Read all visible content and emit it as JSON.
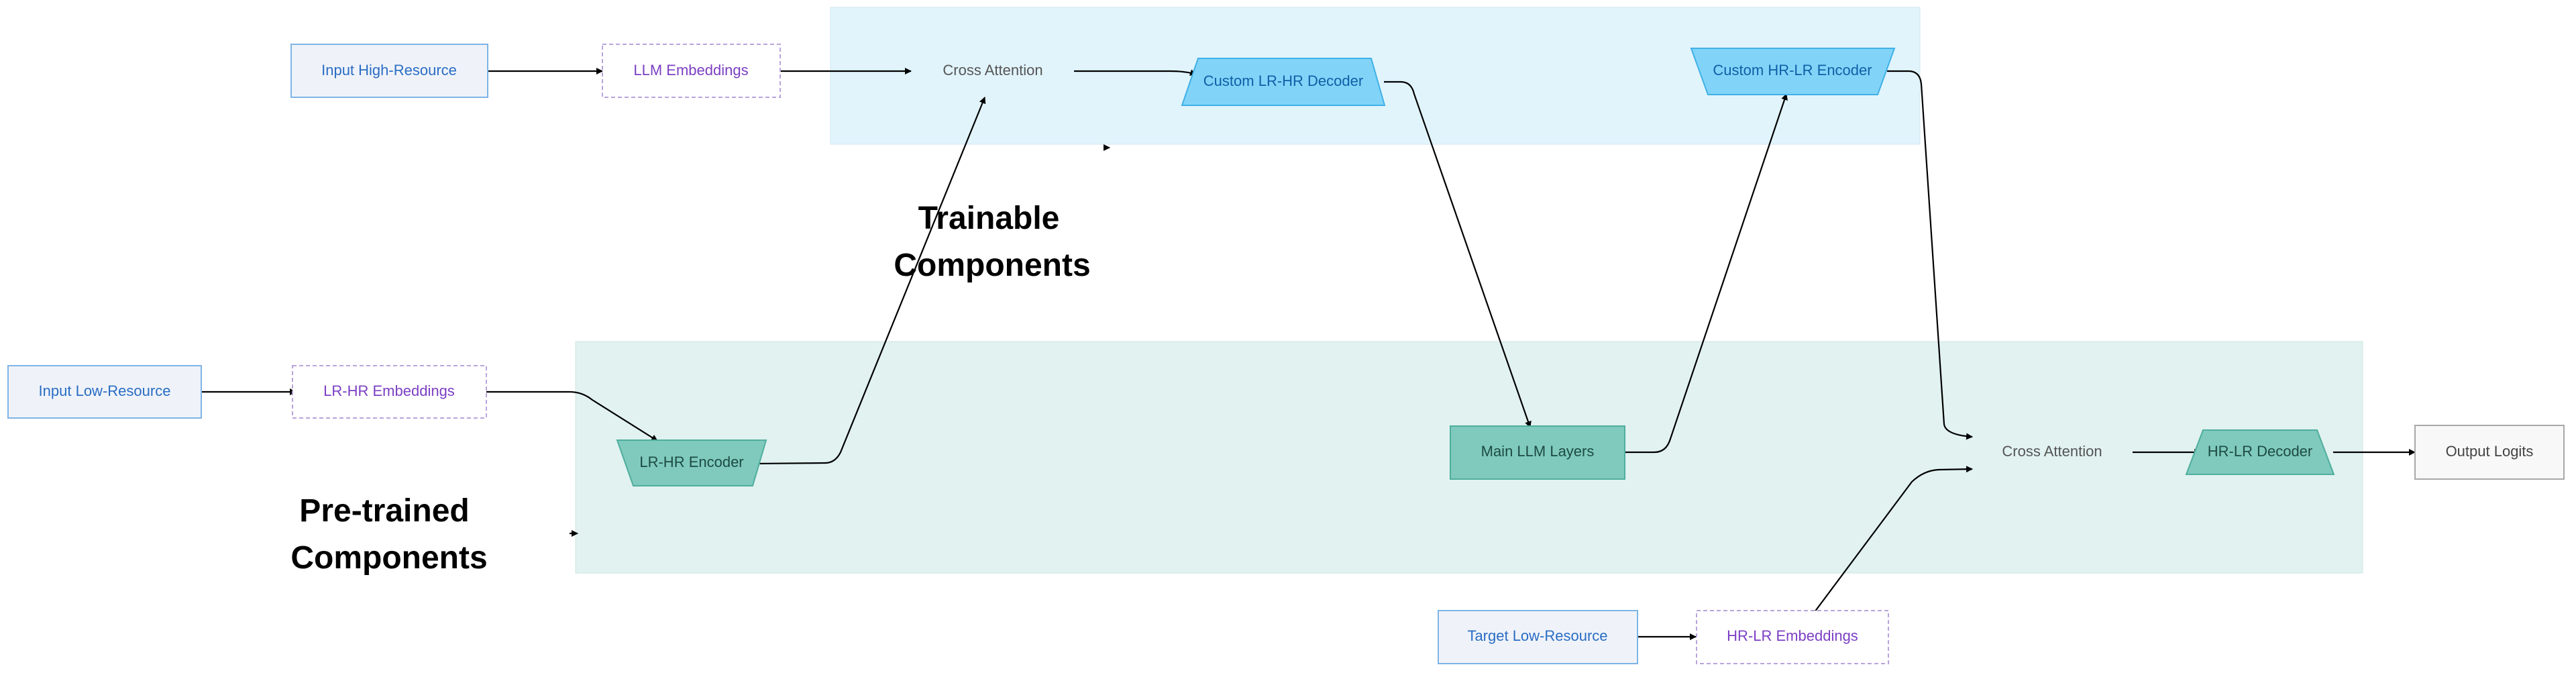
{
  "colors": {
    "trainable_region": "#e1f4fc",
    "pretrained_region": "#e1f2f0",
    "input_fill": "#eff3f9",
    "input_stroke": "#7eb4e6",
    "input_text": "#2a6cc4",
    "embed_stroke": "#b9a4dc",
    "embed_text": "#7b3fc4",
    "custom_fill": "#81d4f8",
    "custom_stroke": "#40b0e6",
    "custom_text": "#0f5fa6",
    "pretrained_fill": "#7fcabd",
    "pretrained_stroke": "#4fae9e",
    "pretrained_text": "#1d4a43",
    "output_fill": "#f8f8f8",
    "output_stroke": "#a8a8a8",
    "output_text": "#444444",
    "attention_text": "#555555",
    "edge": "#000000"
  },
  "groups": {
    "trainable": {
      "label_line1": "Trainable",
      "label_line2": "Components"
    },
    "pretrained": {
      "label_line1": "Pre-trained",
      "label_line2": "Components"
    }
  },
  "nodes": {
    "input_high_resource": "Input High-Resource",
    "llm_embeddings": "LLM Embeddings",
    "cross_attention_top": "Cross Attention",
    "custom_lr_hr_decoder": "Custom LR-HR Decoder",
    "custom_hr_lr_encoder": "Custom HR-LR Encoder",
    "input_low_resource": "Input Low-Resource",
    "lr_hr_embeddings": "LR-HR Embeddings",
    "lr_hr_encoder": "LR-HR Encoder",
    "main_llm_layers": "Main LLM Layers",
    "cross_attention_bottom": "Cross Attention",
    "hr_lr_decoder": "HR-LR Decoder",
    "output_logits": "Output Logits",
    "target_low_resource": "Target Low-Resource",
    "hr_lr_embeddings": "HR-LR Embeddings"
  }
}
